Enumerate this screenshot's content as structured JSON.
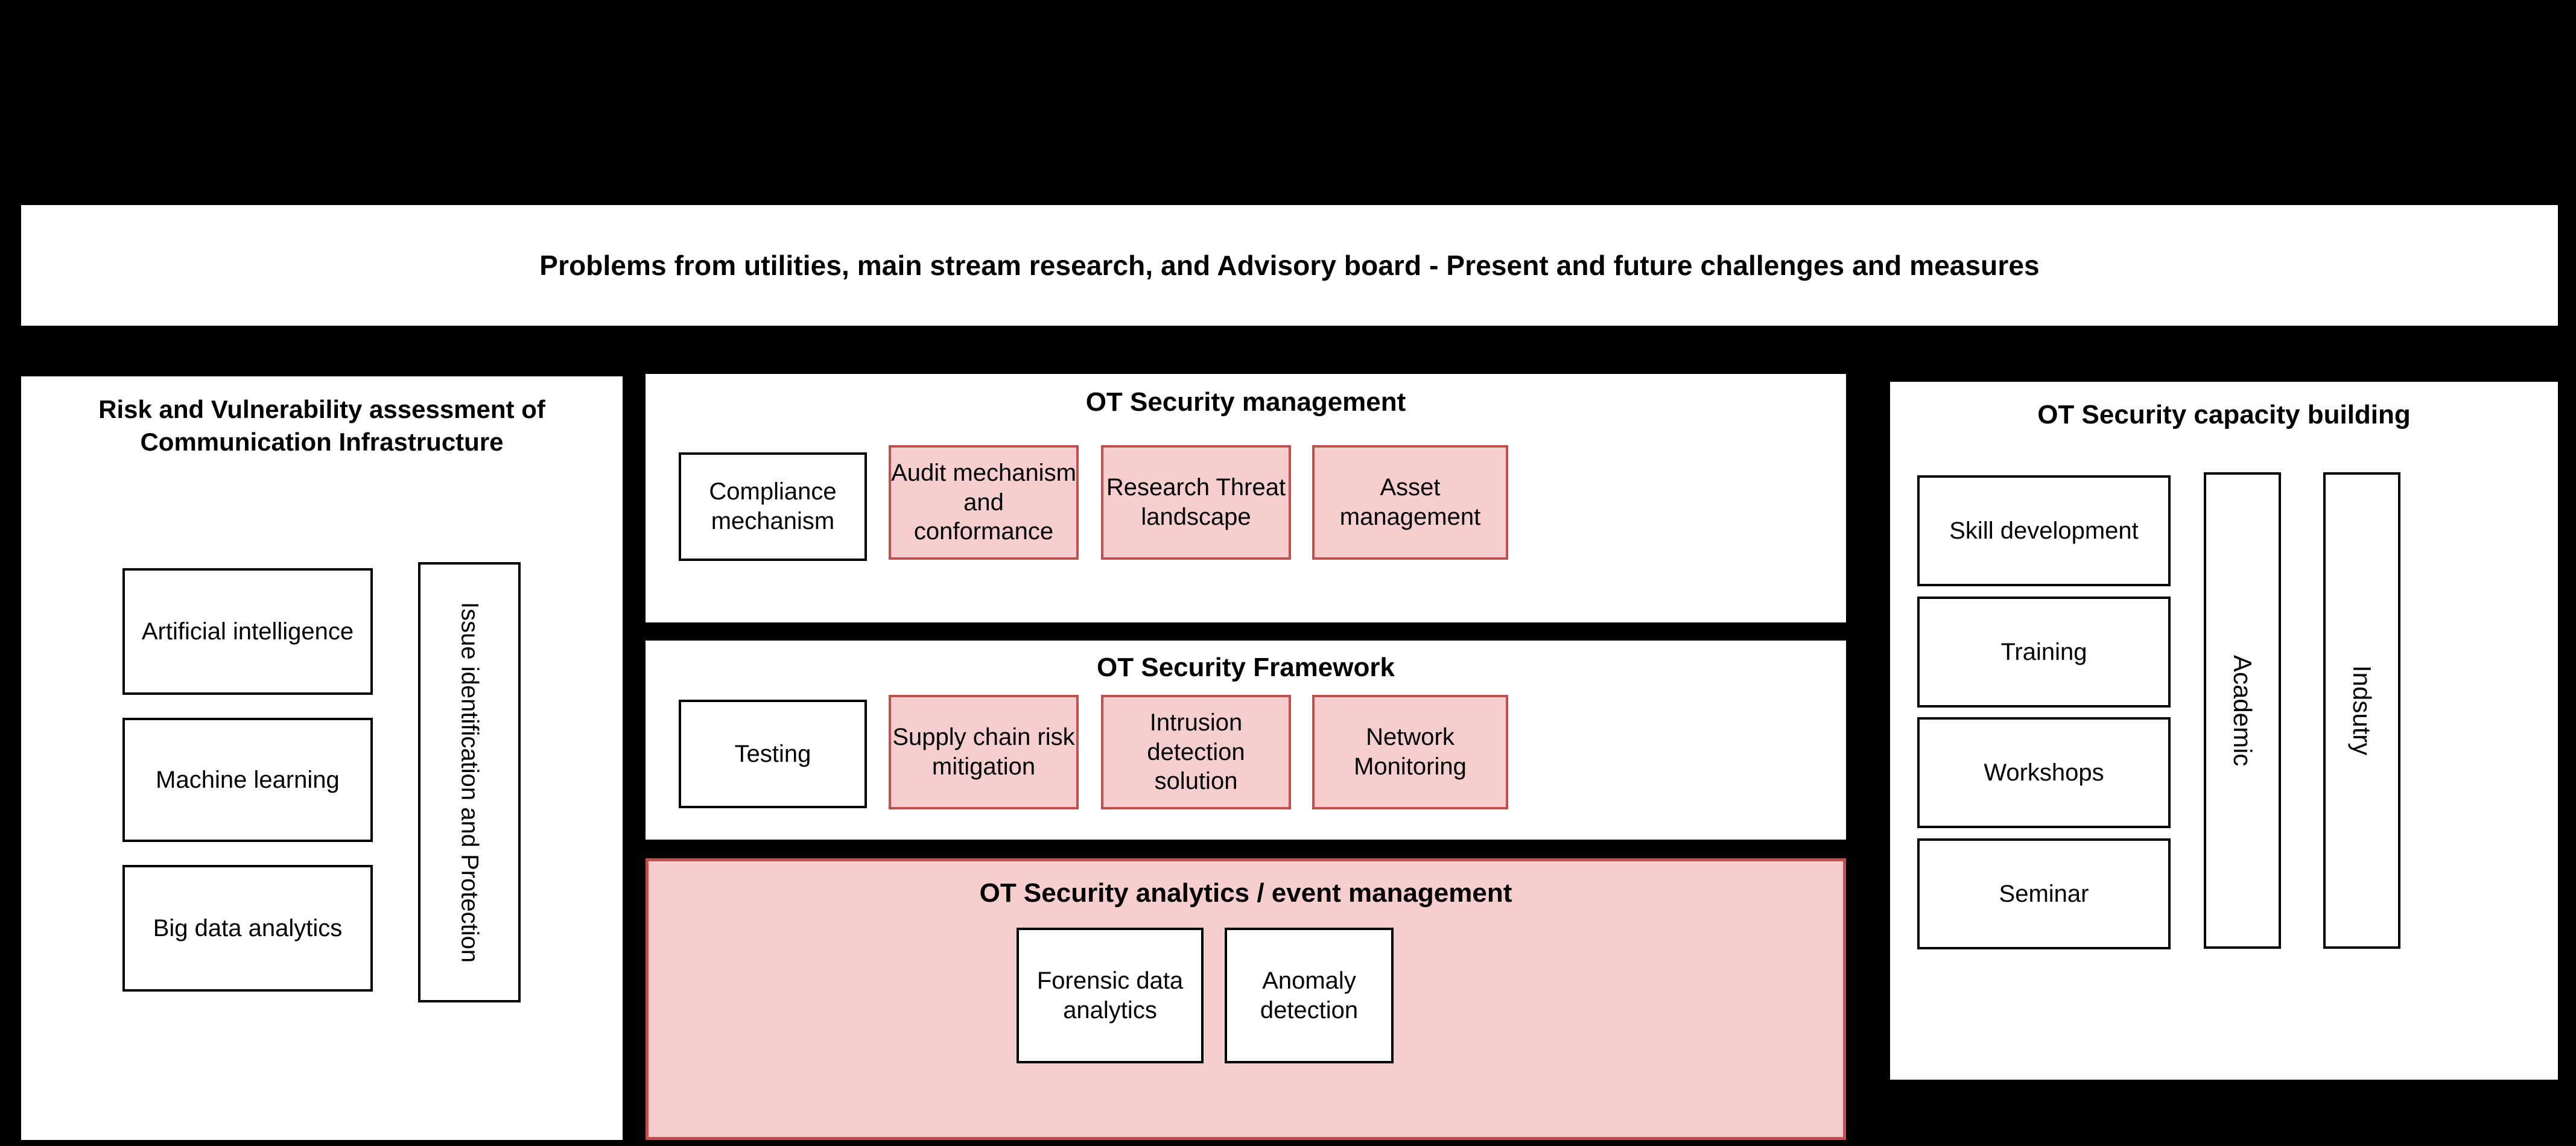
{
  "banner": {
    "text": "Problems from utilities, main stream research, and Advisory board - Present and future challenges and measures"
  },
  "colors": {
    "background": "#000000",
    "panel": "#ffffff",
    "highlight_fill": "#F7CECE",
    "highlight_border": "#C0504D",
    "text": "#000000"
  },
  "left_panel": {
    "title": "Risk and Vulnerability assessment of Communication Infrastructure",
    "boxes": [
      {
        "label": "Artificial intelligence"
      },
      {
        "label": "Machine learning"
      },
      {
        "label": "Big data analytics"
      }
    ],
    "vertical_box": {
      "label": "Issue identification and Protection"
    }
  },
  "middle_column": {
    "sections": [
      {
        "title": "OT Security management",
        "boxes": [
          {
            "label": "Compliance mechanism",
            "highlighted": false
          },
          {
            "label": "Audit mechanism and conformance",
            "highlighted": true
          },
          {
            "label": "Research Threat landscape",
            "highlighted": true
          },
          {
            "label": "Asset management",
            "highlighted": true
          }
        ]
      },
      {
        "title": "OT Security Framework",
        "boxes": [
          {
            "label": "Testing",
            "highlighted": false
          },
          {
            "label": "Supply chain risk mitigation",
            "highlighted": true
          },
          {
            "label": "Intrusion detection solution",
            "highlighted": true
          },
          {
            "label": "Network Monitoring",
            "highlighted": true
          }
        ]
      },
      {
        "title": "OT Security analytics / event management",
        "highlighted": true,
        "boxes": [
          {
            "label": "Forensic data analytics",
            "highlighted": false
          },
          {
            "label": "Anomaly detection",
            "highlighted": false
          }
        ]
      }
    ]
  },
  "right_panel": {
    "title": "OT Security capacity building",
    "boxes": [
      {
        "label": "Skill development"
      },
      {
        "label": "Training"
      },
      {
        "label": "Workshops"
      },
      {
        "label": "Seminar"
      }
    ],
    "vertical_boxes": [
      {
        "label": "Academic"
      },
      {
        "label": "Indsutry"
      }
    ]
  }
}
